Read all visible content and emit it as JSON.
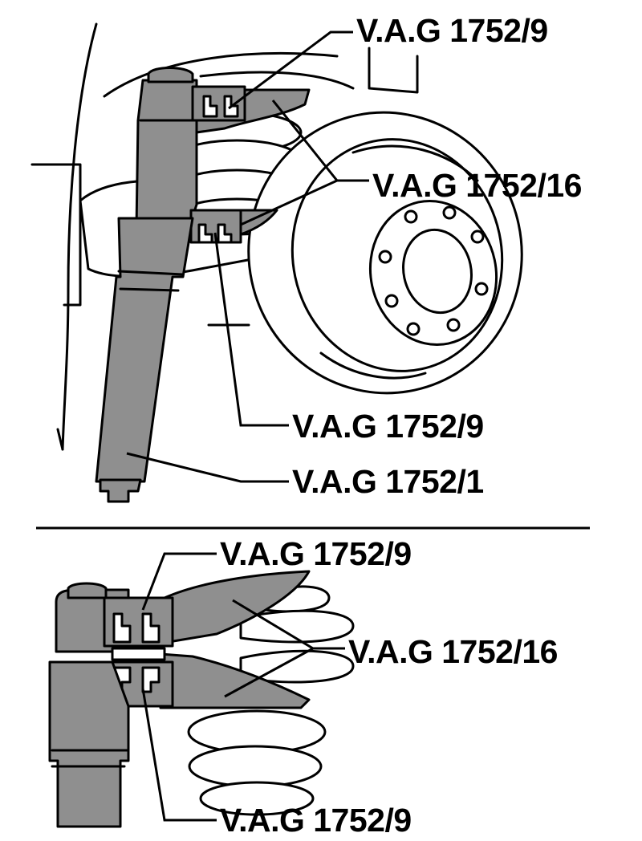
{
  "top_view": {
    "labels": {
      "upper_adapter": "V.A.G 1752/9",
      "spring_plates": "V.A.G 1752/16",
      "lower_adapter": "V.A.G 1752/9",
      "compressor": "V.A.G 1752/1"
    }
  },
  "detail_view": {
    "labels": {
      "upper_adapter": "V.A.G 1752/9",
      "spring_plates": "V.A.G 1752/16",
      "lower_adapter": "V.A.G 1752/9"
    }
  },
  "colors": {
    "tool_fill": "#8f8f8f",
    "line": "#000000",
    "background": "#ffffff"
  }
}
